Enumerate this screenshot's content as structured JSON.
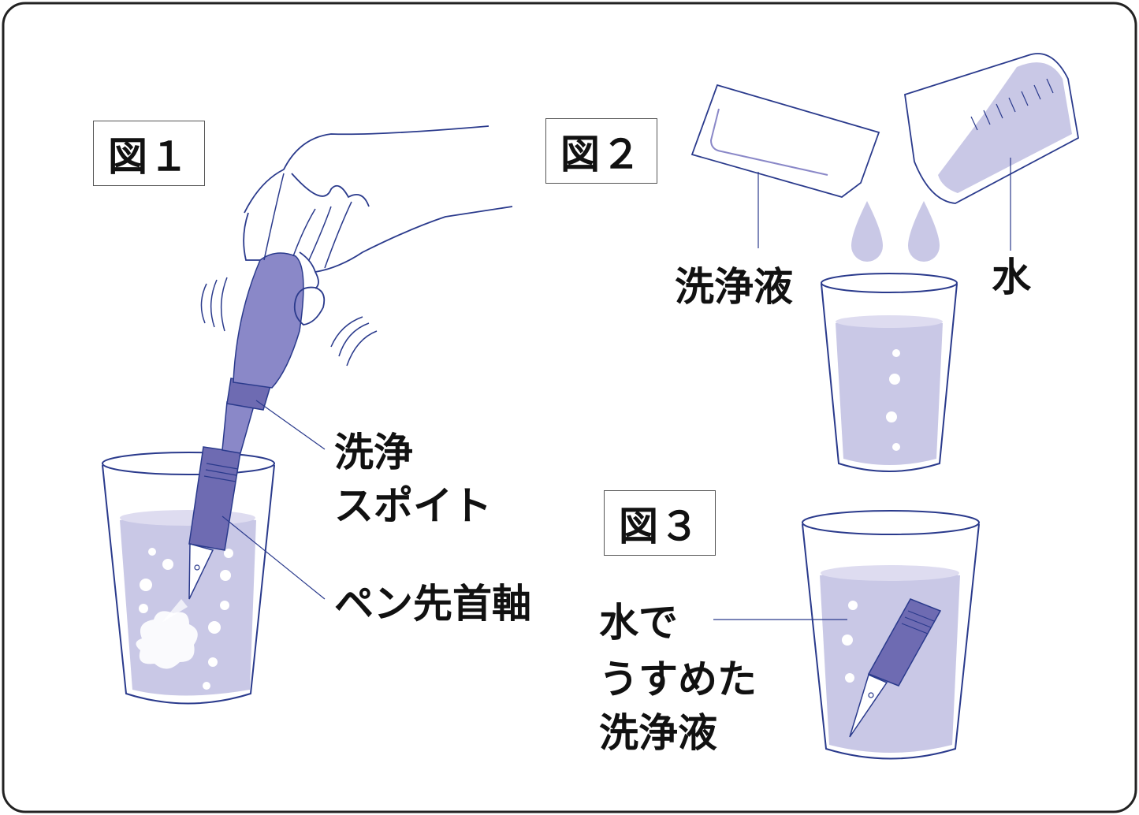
{
  "figures": {
    "fig1": {
      "title": "図１",
      "label_spoit_line1": "洗浄",
      "label_spoit_line2": "スポイト",
      "label_section": "ペン先首軸"
    },
    "fig2": {
      "title": "図２",
      "label_cleaner": "洗浄液",
      "label_water": "水"
    },
    "fig3": {
      "title": "図３",
      "label_line1": "水で",
      "label_line2": "うすめた",
      "label_line3": "洗浄液"
    }
  },
  "colors": {
    "line": "#2a3a8c",
    "liquid": "#c9c8e6",
    "liquid_top": "#dedcf0",
    "tool": "#8a88c8",
    "tool_dark": "#6e6bb2",
    "text": "#111111"
  }
}
